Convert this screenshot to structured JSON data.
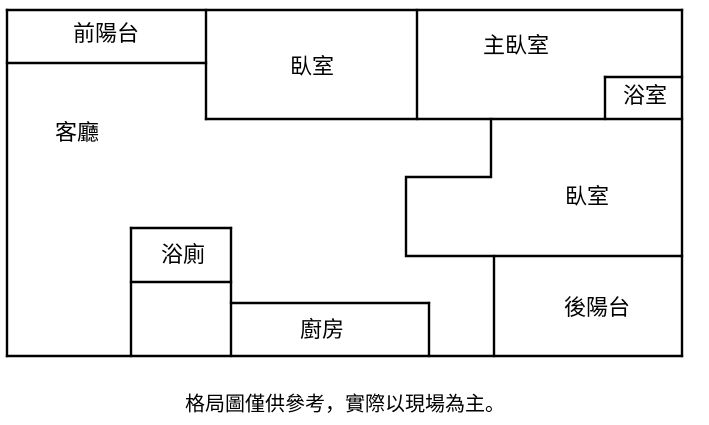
{
  "rooms": {
    "front_balcony": "前陽台",
    "bedroom_1": "臥室",
    "master_bedroom": "主臥室",
    "master_bath": "浴室",
    "living_room": "客廳",
    "bedroom_2": "臥室",
    "bathroom": "浴廁",
    "kitchen": "廚房",
    "rear_balcony": "後陽台"
  },
  "disclaimer": "格局圖僅供參考，實際以現場為主。",
  "colors": {
    "line": "#000000",
    "background": "#ffffff"
  }
}
